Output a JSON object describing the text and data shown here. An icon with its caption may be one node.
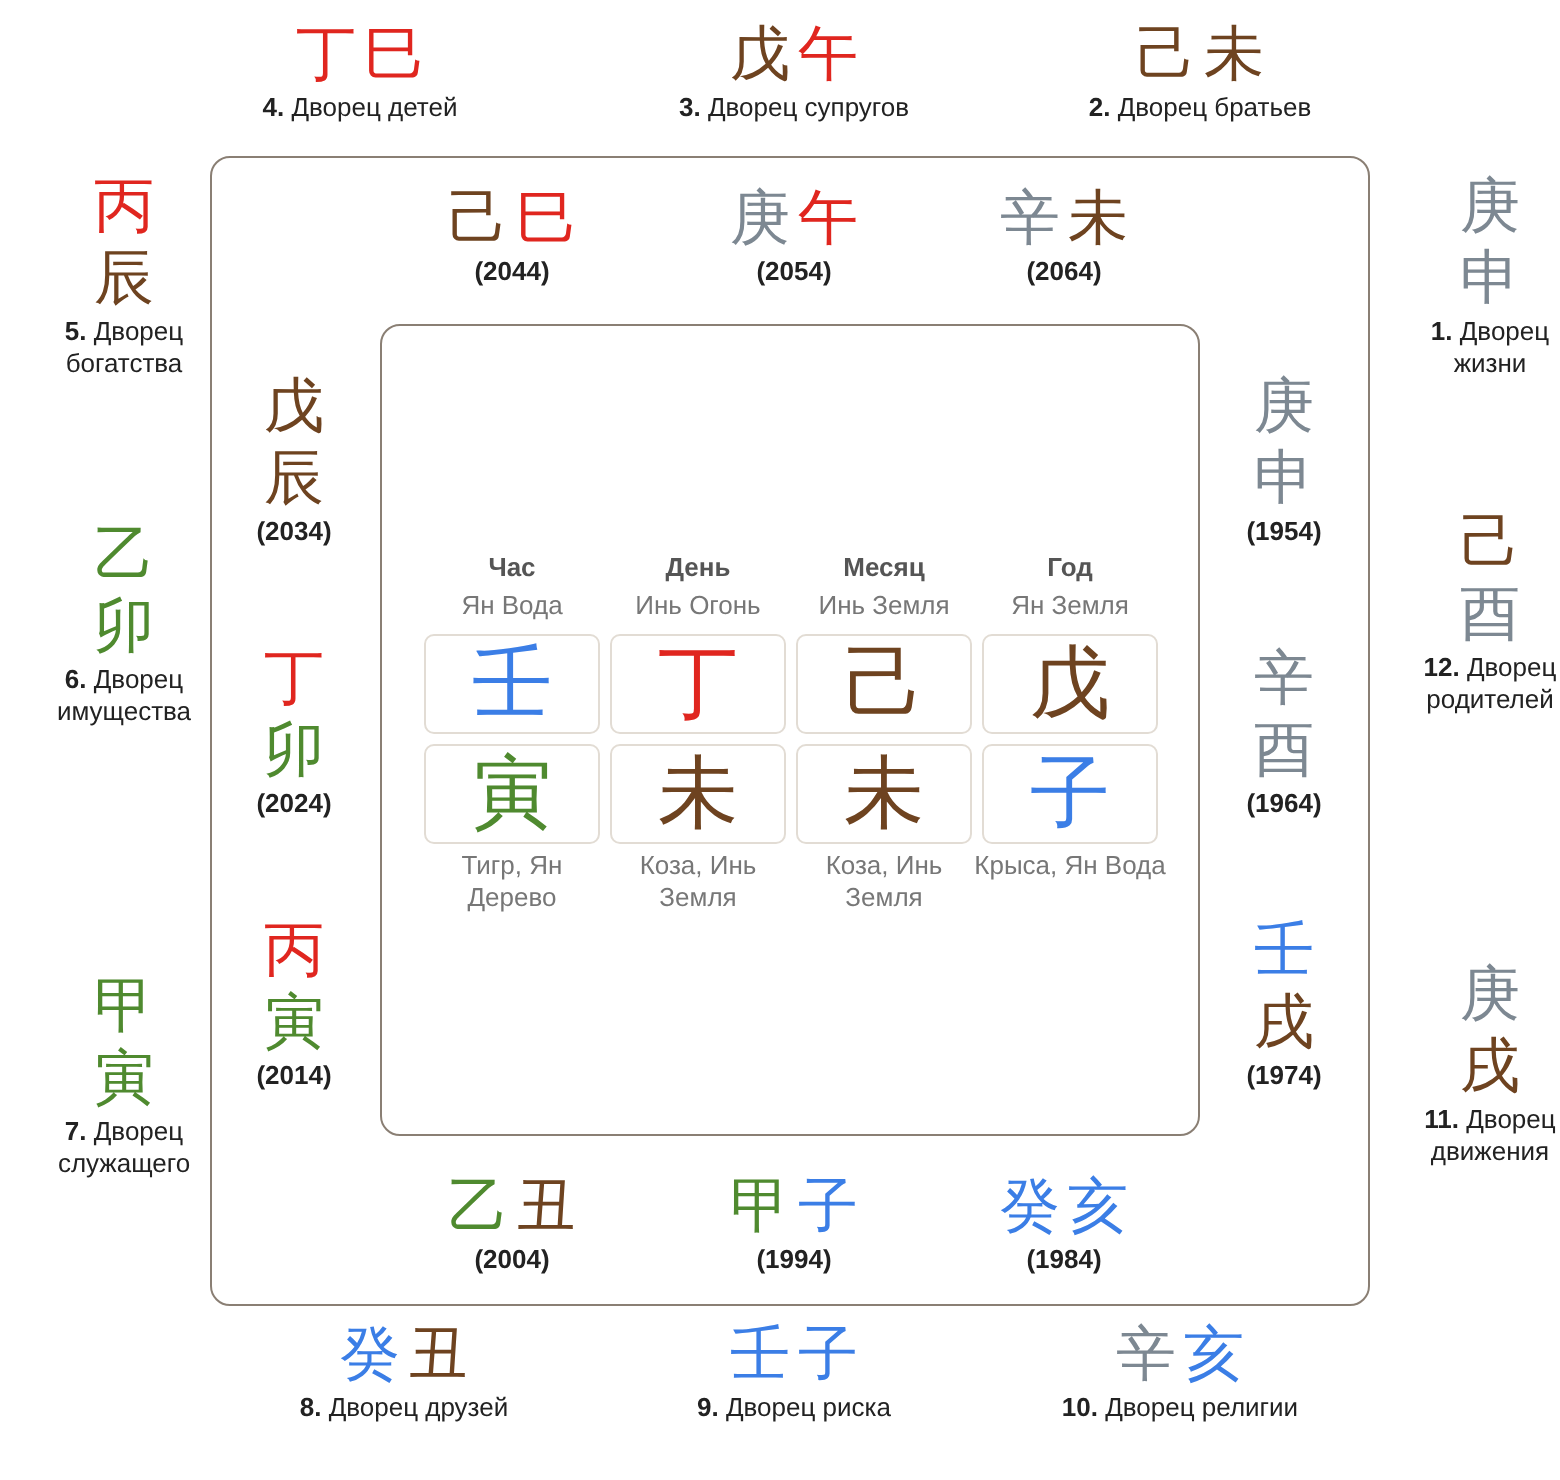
{
  "diagram": {
    "nodes": [
      {
        "text": [],
        "shape": "box"
      },
      {
        "text": [],
        "shape": "box",
        "in": 0
      },
      {
        "text": [
          "壬"
        ],
        "in": 1
      },
      {
        "text": [
          "丁"
        ],
        "in": 1
      },
      {
        "text": [
          "己"
        ],
        "in": 1
      },
      {
        "text": [
          "戊"
        ],
        "in": 1
      },
      {
        "text": [
          "寅"
        ],
        "in": 1
      },
      {
        "text": [
          "未"
        ],
        "in": 1
      },
      {
        "text": [
          "未"
        ],
        "in": 1
      },
      {
        "text": [
          "子"
        ],
        "in": 1
      }
    ],
    "edges": [],
    "labels": [
      "丁",
      "巳",
      "**4.** Дворец детей",
      "戊",
      "午",
      "**3.** Дворец супругов",
      "己",
      "未",
      "**2.** Дворец братьев",
      "丙",
      "辰",
      "**5.** Дворец богатства",
      "乙",
      "卯",
      "**6.** Дворец имущества",
      "甲",
      "寅",
      "**7.** Дворец служащего",
      "庚",
      "申",
      "**1.** Дворец жизни",
      "己",
      "酉",
      "**12.** Дворец родителей",
      "庚",
      "戌",
      "**11.** Дворец движения",
      "癸",
      "丑",
      "**8.** Дворец друзей",
      "壬",
      "子",
      "**9.** Дворец риска",
      "辛",
      "亥",
      "**10.** Дворец религии",
      "己",
      "巳",
      "(2044)",
      "庚",
      "午",
      "(2054)",
      "辛",
      "未",
      "(2064)",
      "戊",
      "辰",
      "(2034)",
      "丁",
      "卯",
      "(2024)",
      "丙",
      "寅",
      "(2014)",
      "庚",
      "申",
      "(1954)",
      "辛",
      "酉",
      "(1964)",
      "壬",
      "戌",
      "(1974)",
      "乙",
      "丑",
      "(2004)",
      "甲",
      "子",
      "(1994)",
      "癸",
      "亥",
      "(1984)",
      "Час",
      "День",
      "Месяц",
      "Год",
      "Ян Вода",
      "Инь Огонь",
      "Инь Земля",
      "Ян Земля",
      "Тигр, Ян Дерево",
      "Коза, Инь Земля",
      "Коза, Инь Земля",
      "Крыса, Ян Вода"
    ]
  }
}
